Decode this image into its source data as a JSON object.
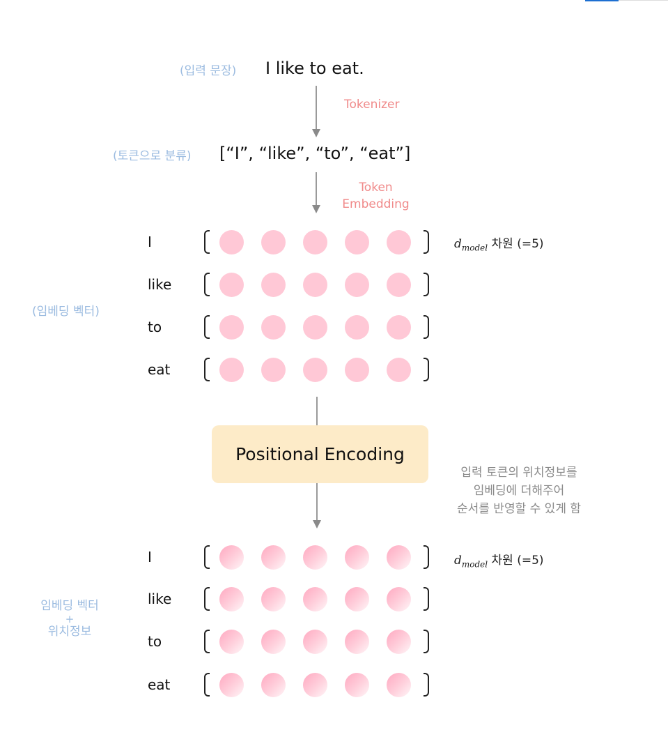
{
  "labels": {
    "input_sentence": "(입력 문장)",
    "tokenized": "(토큰으로 분류)",
    "embedding_vector": "(임베딩 벡터)",
    "combined": [
      "임베딩 벡터",
      "+",
      "위치정보"
    ]
  },
  "sentence": "I like to eat.",
  "token_list": "[“I”, “like”, “to”, “eat”]",
  "steps": {
    "tokenizer": "Tokenizer",
    "token_embedding": [
      "Token",
      "Embedding"
    ]
  },
  "tokens": [
    "I",
    "like",
    "to",
    "eat"
  ],
  "dimension": {
    "symbol_base": "d",
    "symbol_sub": "model",
    "text": "차원 (=5)"
  },
  "positional_encoding": {
    "title": "Positional Encoding",
    "note": [
      "입력 토큰의 위치정보를",
      "임베딩에 더해주어",
      "순서를 반영할 수 있게 함"
    ]
  },
  "vector_size": 5,
  "colors": {
    "step_label": "#f08a8a",
    "side_label": "#9bbbe0",
    "dot": "#ffc8d6",
    "pe_box": "#fdebc8"
  }
}
